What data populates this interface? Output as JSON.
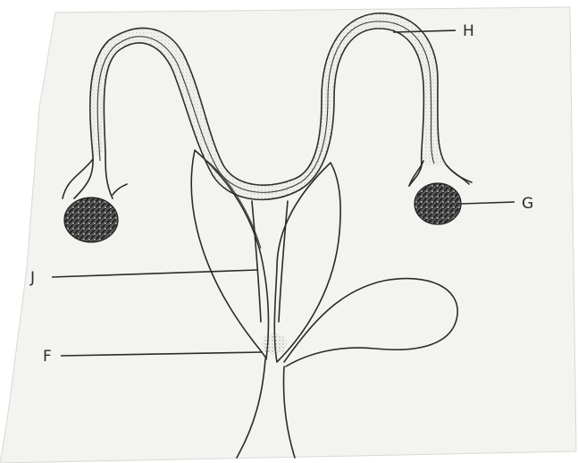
{
  "labels": {
    "H": "H",
    "G": "G",
    "J": "J",
    "F": "F"
  },
  "colors": {
    "paper": "#f3f3f0",
    "ink": "#2b2b2b",
    "stipple": "#8a8a8a"
  }
}
